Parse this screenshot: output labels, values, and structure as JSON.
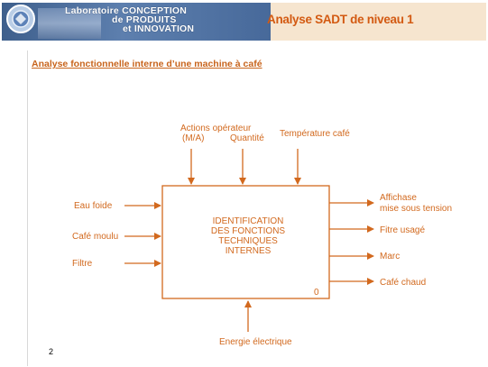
{
  "header": {
    "lab_lines": [
      "Laboratoire CONCEPTION",
      "de PRODUITS",
      "et INNOVATION"
    ],
    "title": "Analyse SADT de niveau 1"
  },
  "subtitle": "Analyse fonctionnelle interne d’une machine à café",
  "diagram": {
    "box_lines": [
      "IDENTIFICATION",
      "DES FONCTIONS",
      "TECHNIQUES",
      "INTERNES"
    ],
    "box_number": "0",
    "controls": {
      "actions": [
        "Actions  opérateur",
        "(M/A)"
      ],
      "quantite": "Quantité",
      "temperature": "Température café"
    },
    "inputs": [
      "Eau foide",
      "Café moulu",
      "Filtre"
    ],
    "outputs": {
      "affichage": [
        "Affichase",
        "mise sous tension"
      ],
      "filtre": "Fitre usagé",
      "marc": "Marc",
      "cafe": "Café chaud"
    },
    "mechanism": "Energie électrique"
  },
  "page_number": "2",
  "colors": {
    "accent": "#d2691e",
    "title": "#d35a12",
    "header_bg": "#f6e5cf",
    "lab_bg": "#4a6b9b"
  }
}
